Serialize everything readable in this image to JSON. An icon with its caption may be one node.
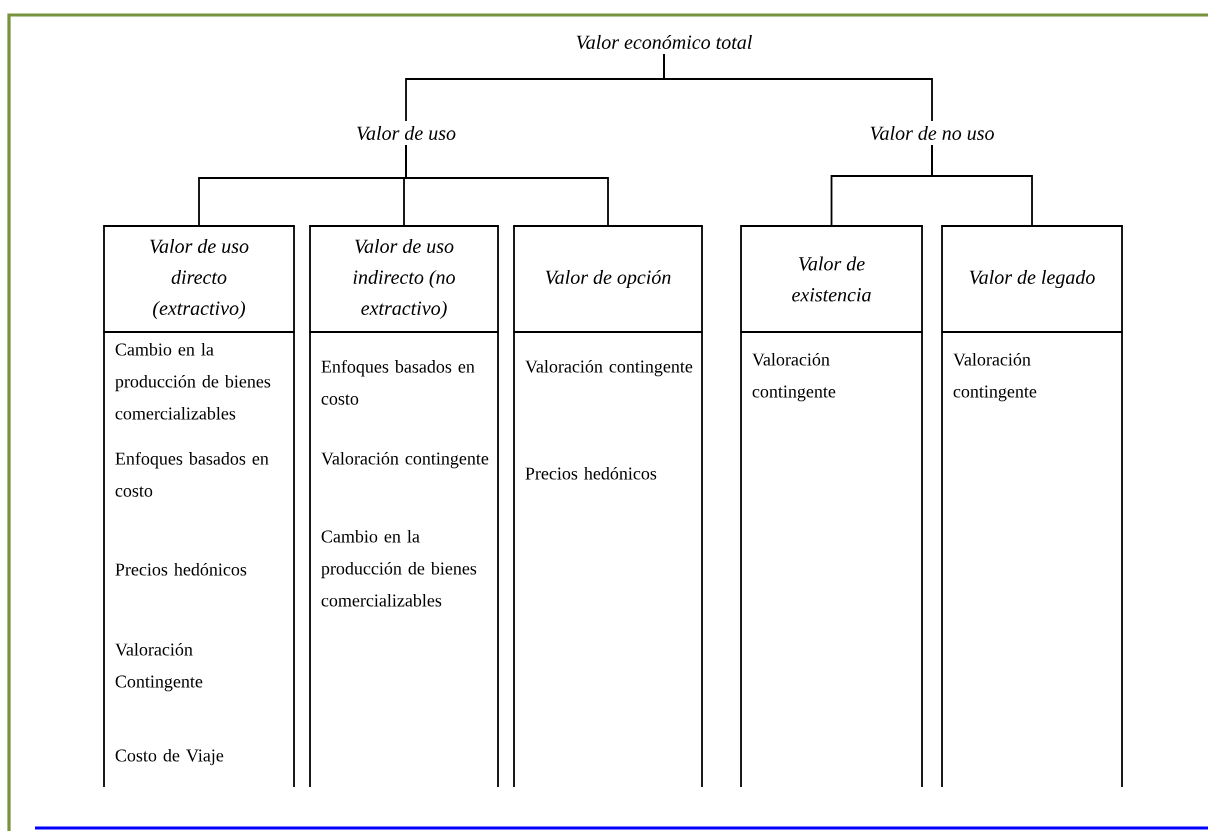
{
  "diagram": {
    "nodes": [
      {
        "text": [
          "Valor económico total"
        ]
      },
      {
        "text": [
          "Valor de uso"
        ]
      },
      {
        "text": [
          "Valor de no uso"
        ]
      },
      {
        "text": [
          "Valor de uso directo (extractivo)",
          "Cambio en la producción de bienes comercializables",
          "Enfoques basados en costo",
          "Precios hedónicos",
          "Valoración Contingente",
          "Costo de Viaje"
        ]
      },
      {
        "text": [
          "Valor de uso indirecto (no extractivo)",
          "Enfoques basados en costo",
          "Valoración contingente",
          "Cambio en la producción de bienes comercializables"
        ]
      },
      {
        "text": [
          "Valor de opción",
          "Valoración contingente",
          "Precios hedónicos"
        ]
      },
      {
        "text": [
          "Valor de existencia",
          "Valoración contingente"
        ]
      },
      {
        "text": [
          "Valor de legado",
          "Valoración contingente"
        ]
      }
    ],
    "edges": [
      {
        "from": 0,
        "to": 1,
        "arrow": "none"
      },
      {
        "from": 0,
        "to": 2,
        "arrow": "none"
      },
      {
        "from": 1,
        "to": 3,
        "arrow": "none"
      },
      {
        "from": 1,
        "to": 4,
        "arrow": "none"
      },
      {
        "from": 1,
        "to": 5,
        "arrow": "none"
      },
      {
        "from": 2,
        "to": 6,
        "arrow": "none"
      },
      {
        "from": 2,
        "to": 7,
        "arrow": "none"
      }
    ]
  }
}
